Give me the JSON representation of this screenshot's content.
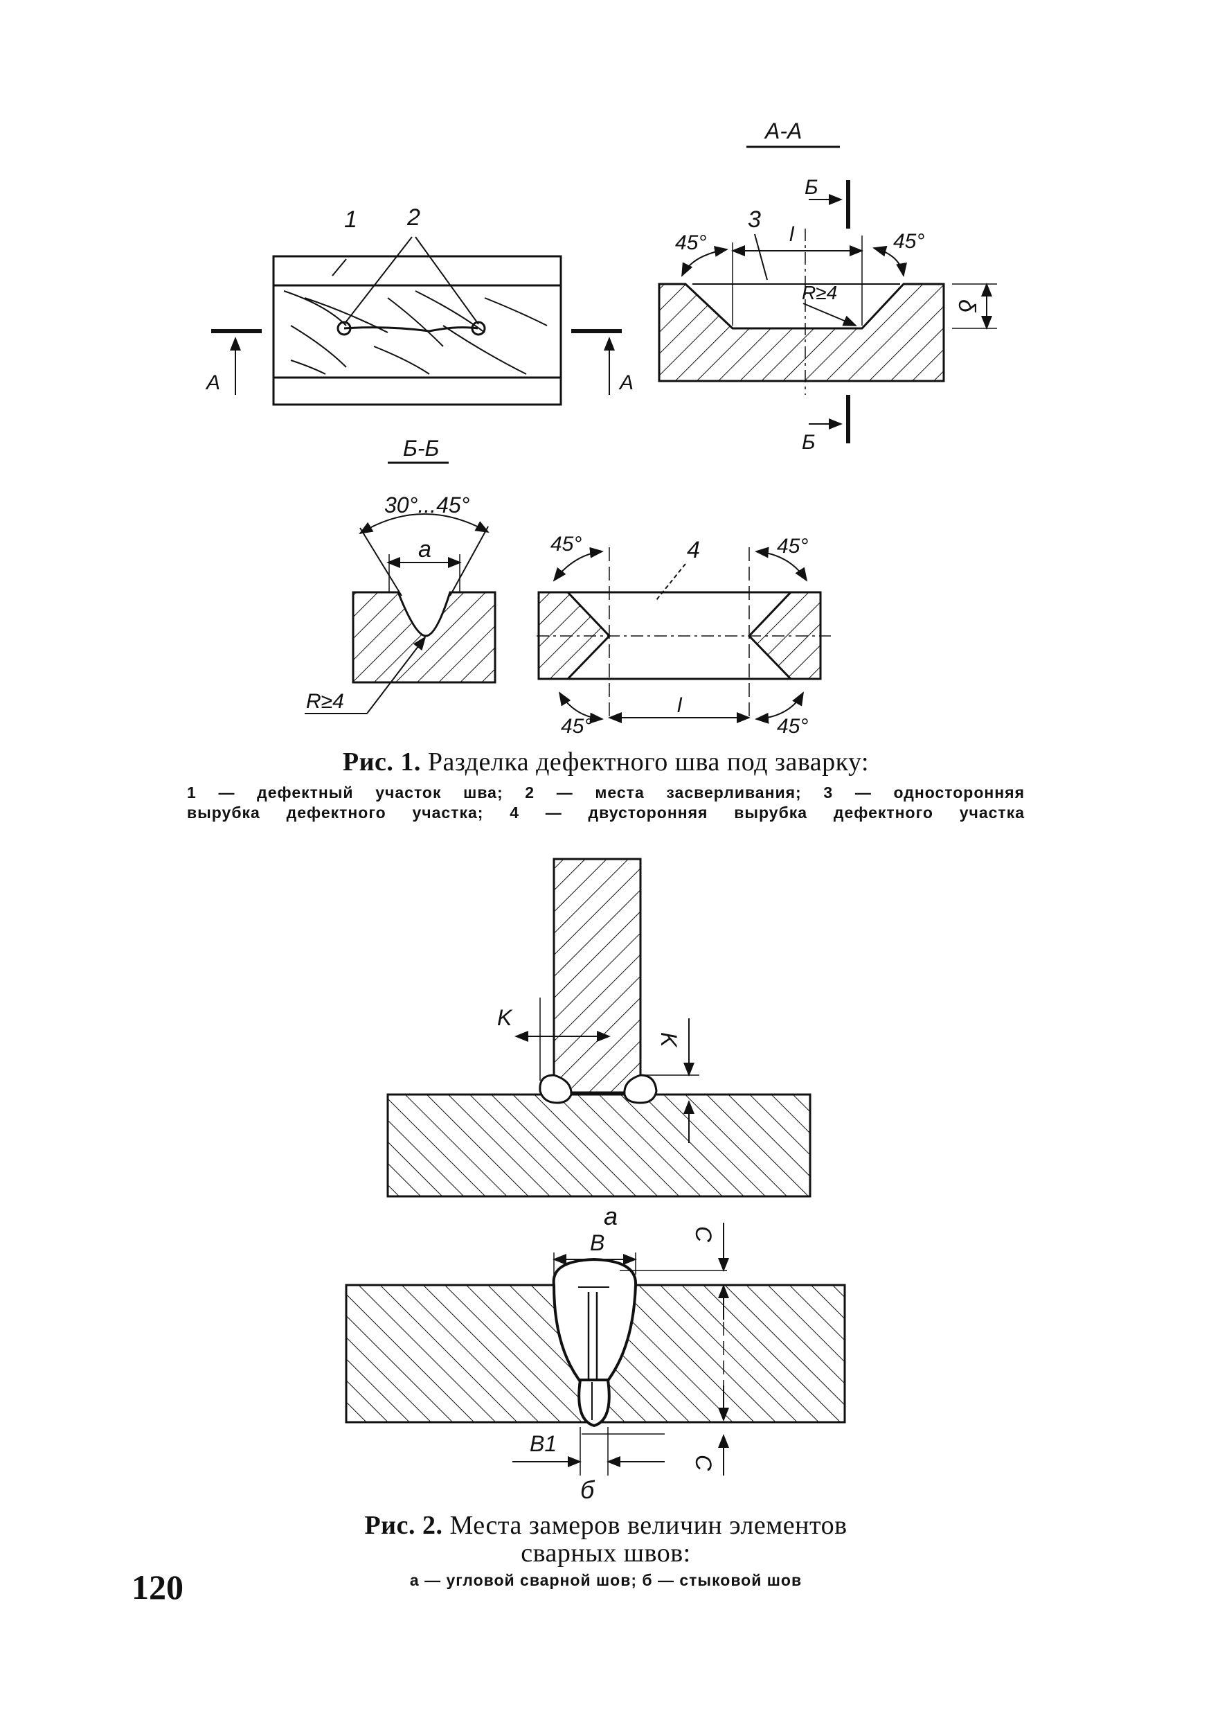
{
  "figure1": {
    "labels": {
      "n1": "1",
      "n2": "2",
      "n3": "3",
      "n4": "4",
      "section_AA": "А-А",
      "section_BB": "Б-Б",
      "A_left": "А",
      "A_right": "А",
      "B_top": "Б",
      "B_bottom": "Б",
      "angle_45a": "45°",
      "angle_45b": "45°",
      "angle_45c": "45°",
      "angle_45d": "45°",
      "angle_45e": "45°",
      "angle_45f": "45°",
      "angle_range": "30°...45°",
      "l1": "l",
      "l2": "l",
      "R1": "R≥4",
      "R2": "R≥4",
      "delta": "δ",
      "a": "a"
    },
    "caption_prefix": "Рис. 1.",
    "caption_title": "Разделка дефектного шва под заварку:",
    "legend_line1": "1 — дефектный участок шва; 2 — места засверливания; 3 — односторонняя",
    "legend_line2": "вырубка дефектного участка; 4 — двусторонняя вырубка дефектного участка"
  },
  "figure2": {
    "labels": {
      "K_left": "K",
      "K_right": "K",
      "sub_a": "а",
      "sub_b": "б",
      "B": "B",
      "B1": "B1",
      "C_top": "C",
      "C_bottom": "C"
    },
    "caption_prefix": "Рис. 2.",
    "caption_title_line1": "Места замеров величин элементов",
    "caption_title_line2": "сварных швов:",
    "legend": "а — угловой сварной шов; б — стыковой шов"
  },
  "page_number": "120"
}
